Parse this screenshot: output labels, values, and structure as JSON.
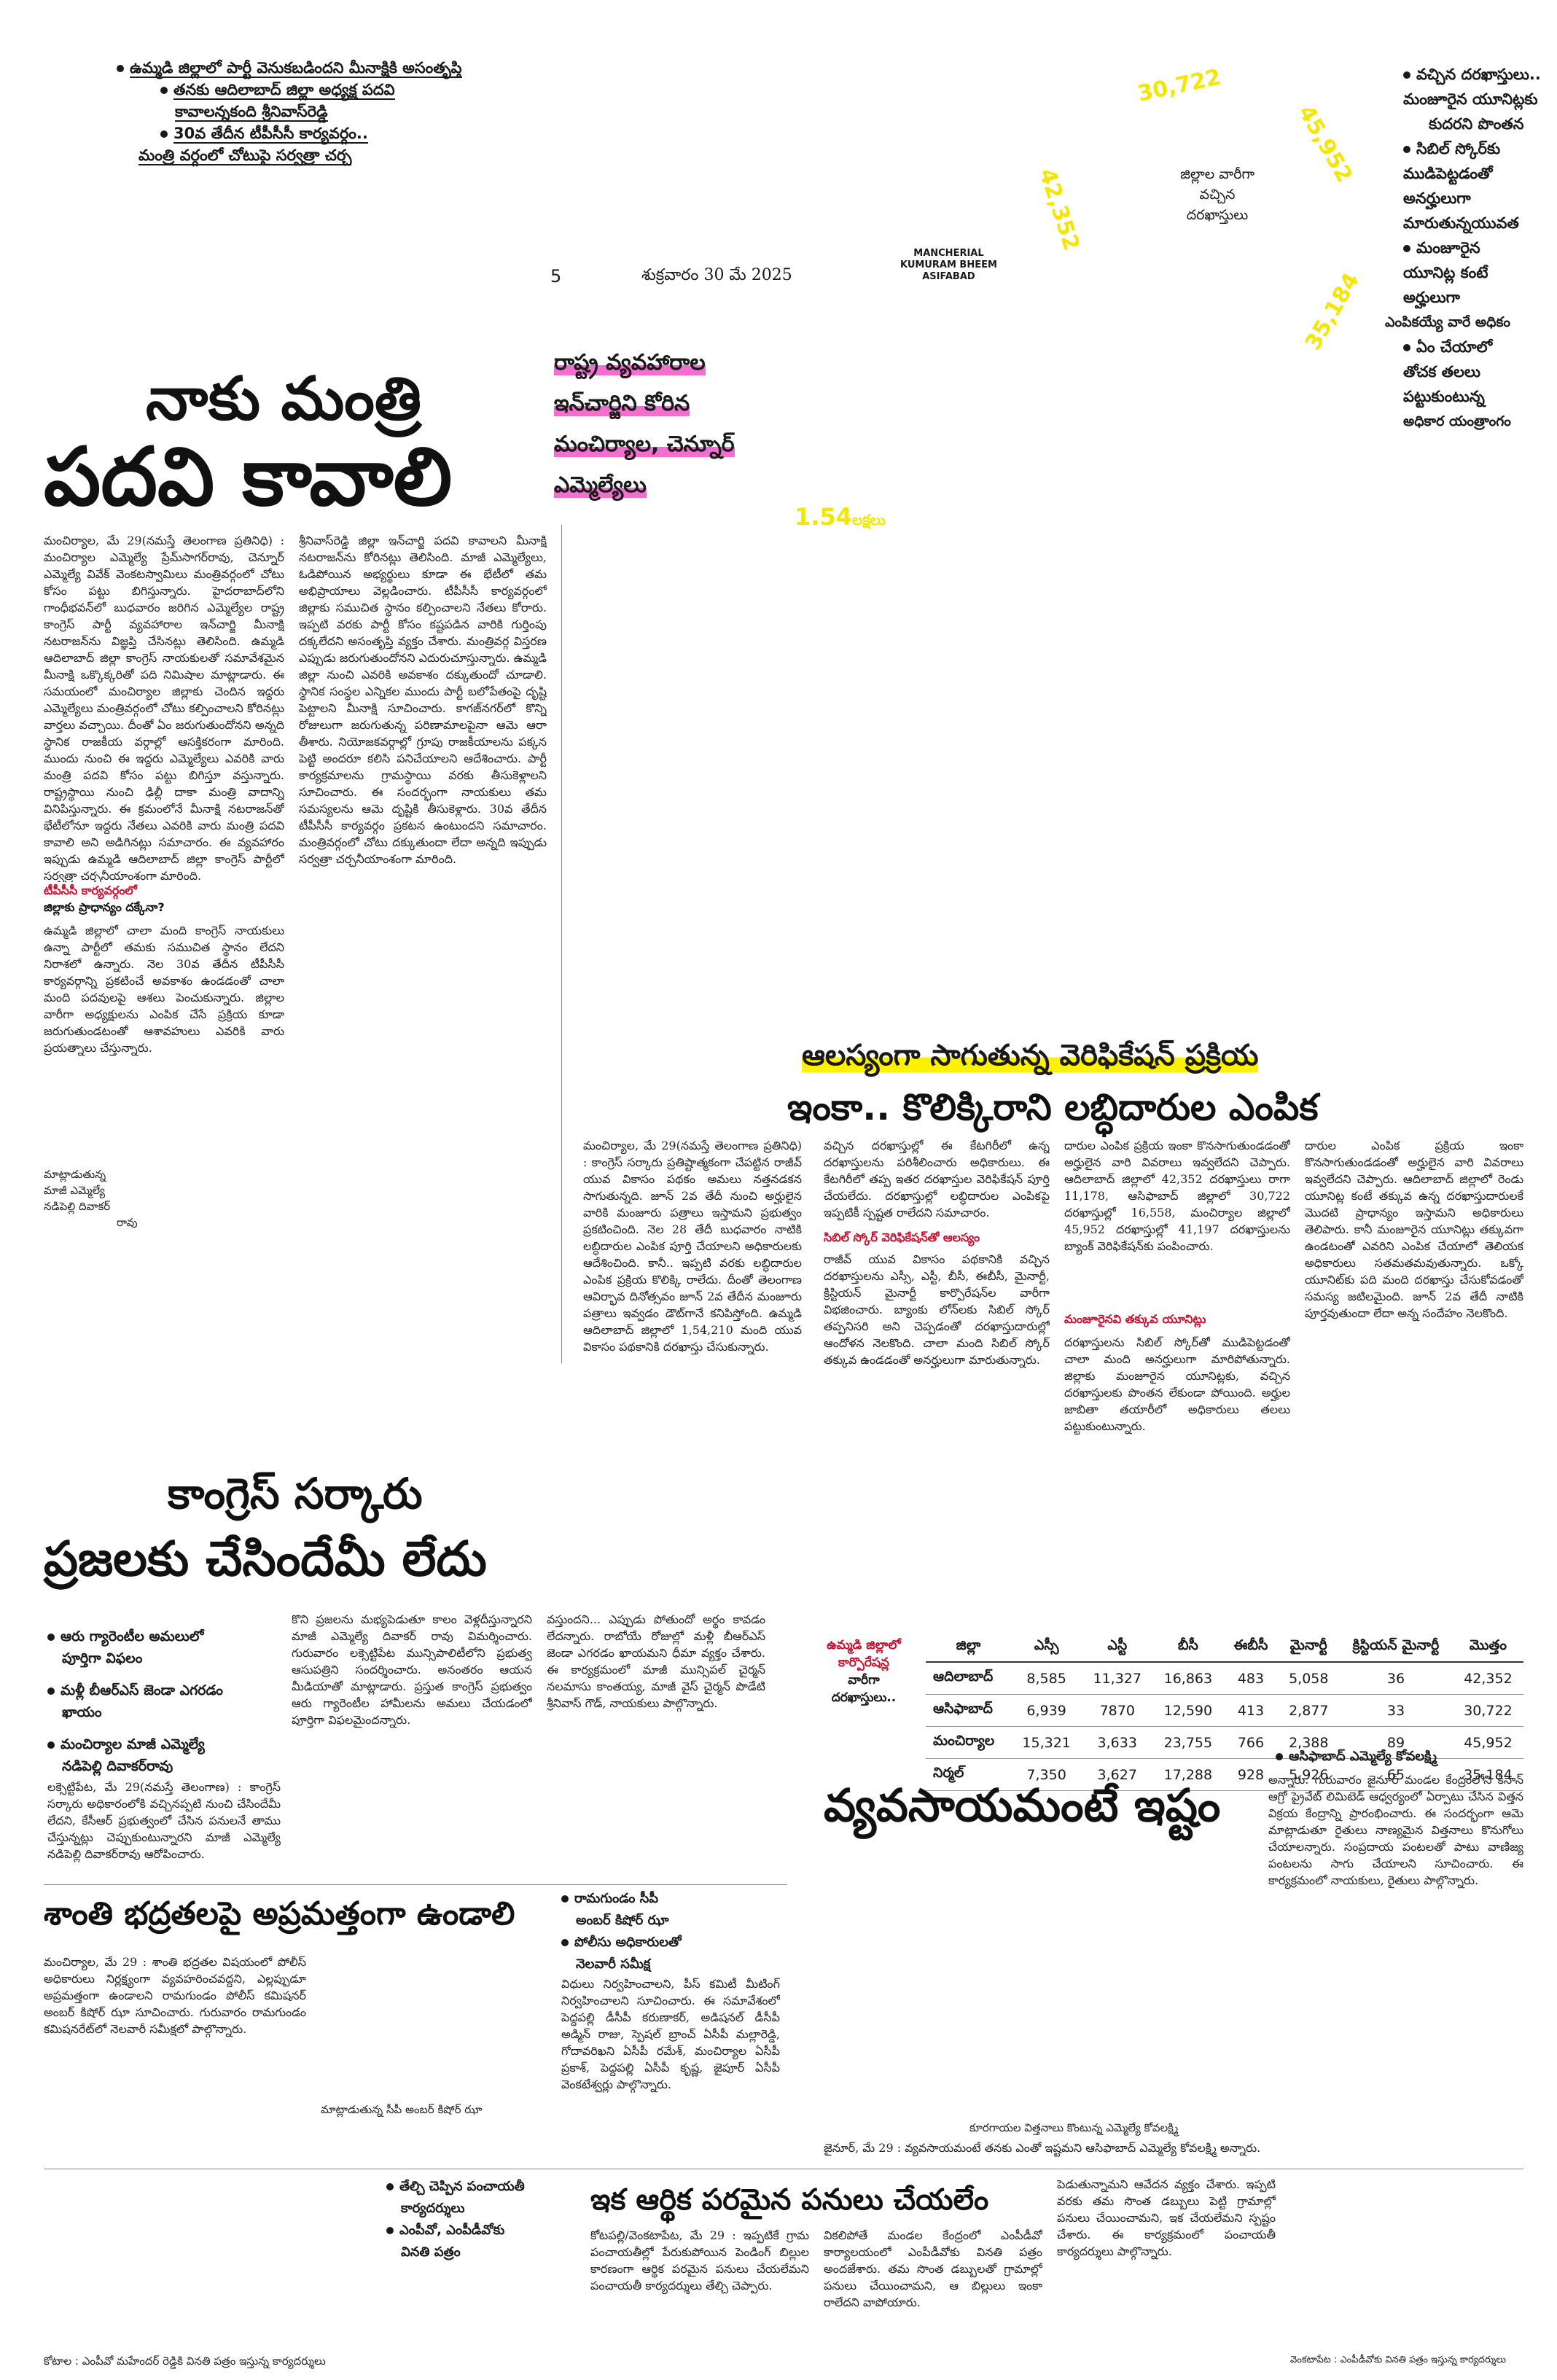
{
  "masthead": {
    "page_number": "5",
    "date": "శుక్రవారం 30 మే 2025",
    "edition_line1": "MANCHERIAL",
    "edition_line2": "KUMURAM BHEEM",
    "edition_line3": "ASIFABAD"
  },
  "top_left_bullets": [
    "ఉమ్మడి జిల్లాలో పార్టీ వెనుకబడిందని మీనాక్షికి అసంతృప్తి",
    "తనకు ఆదిలాబాద్ జిల్లా అధ్యక్ష పదవి",
    "కావాలన్నకంది శ్రీనివాస్‌రెడ్డి",
    "30వ తేదీన టీపీసీసీ కార్యవర్గం..",
    "మంత్రి వర్గంలో చోటుపై సర్వత్రా చర్చ"
  ],
  "top_right_bullets": [
    "వచ్చిన దరఖాస్తులు..",
    "మంజూరైన యూనిట్లకు",
    "కుదరని పొంతన",
    "సిబిల్ స్కోర్‌కు",
    "ముడిపెట్టడంతో",
    "అనర్హులుగా",
    "మారుతున్నయువత",
    "మంజూరైన",
    "యూనిట్ల కంటే",
    "అర్హులుగా",
    "ఎంపికయ్యే వారే అధికం",
    "ఏం చేయాలో",
    "తోచక తలలు",
    "పట్టుకుంటున్న",
    "అధికార యంత్రాంగం"
  ],
  "infographic": {
    "center_label1": "జిల్లాల వారీగా",
    "center_label2": "వచ్చిన",
    "center_label3": "దరఖాస్తులు",
    "n1": "30,722",
    "n2": "42,352",
    "n3": "45,952",
    "n4": "35,184",
    "total": "1.54",
    "total_unit": "లక్షలు"
  },
  "story1": {
    "headline_line1": "నాకు మంత్రి",
    "headline_line2": "పదవి కావాలి",
    "deck_line1": "రాష్ట్ర వ్యవహారాల",
    "deck_line2": "ఇన్‌చార్జిని కోరిన",
    "deck_line3": "మంచిర్యాల, చెన్నూర్",
    "deck_line4": "ఎమ్మెల్యేలు",
    "col1": "మంచిర్యాల, మే 29(నమస్తే తెలంగాణ ప్రతినిధి) : మంచిర్యాల ఎమ్మెల్యే ప్రేమ్‌సాగర్‌రావు, చెన్నూర్ ఎమ్మెల్యే వివేక్ వెంకటస్వామిలు మంత్రివర్గంలో చోటు కోసం పట్టు బిగిస్తున్నారు. హైదరాబాద్‌లోని గాంధీభవన్‌లో బుధవారం జరిగిన ఎమ్మెల్యేల రాష్ట్ర కాంగ్రెస్ పార్టీ వ్యవహారాల ఇన్‌చార్జి మీనాక్షి నటరాజన్‌ను విజ్ఞప్తి చేసినట్లు తెలిసింది. ఉమ్మడి ఆదిలాబాద్ జిల్లా కాంగ్రెస్ నాయకులతో సమావేశమైన మీనాక్షి ఒక్కొక్కరితో పది నిమిషాల మాట్లాడారు. ఈ సమయంలో మంచిర్యాల జిల్లాకు చెందిన ఇద్దరు ఎమ్మెల్యేలు మంత్రివర్గంలో చోటు కల్పించాలని కోరినట్లు వార్తలు వచ్చాయి. దీంతో ఏం జరుగుతుందోనని అన్నది స్థానిక రాజకీయ వర్గాల్లో ఆసక్తికరంగా మారింది. ముందు నుంచి ఈ ఇద్దరు ఎమ్మెల్యేలు ఎవరికి వారు మంత్రి పదవి కోసం పట్టు బిగిస్తూ వస్తున్నారు. రాష్ట్రస్థాయి నుంచి ఢిల్లీ దాకా మంత్రి వాదాన్ని వినిపిస్తున్నారు. ఈ క్రమంలోనే మీనాక్షి నటరాజన్‌తో భేటీలోనూ ఇద్దరు నేతలు ఎవరికి వారు మంత్రి పదవి కావాలి అని అడిగినట్లు సమాచారం. ఈ వ్యవహారం ఇప్పుడు ఉమ్మడి ఆదిలాబాద్ జిల్లా కాంగ్రెస్ పార్టీలో సర్వత్రా చర్చనీయాంశంగా మారింది.",
    "col1_subhead1": "టీపీసీసీ కార్యవర్గంలో",
    "col1_subhead2": "జిల్లాకు ప్రాధాన్యం దక్కేనా?",
    "col1b": "ఉమ్మడి జిల్లాలో చాలా మంది కాంగ్రెస్ నాయకులు ఉన్నా పార్టీలో తమకు సముచిత స్థానం లేదని నిరాశలో ఉన్నారు. నెల 30వ తేదీన టీపీసీసీ కార్యవర్గాన్ని ప్రకటించే అవకాశం ఉండడంతో చాలా మంది పదవులపై ఆశలు పెంచుకున్నారు. జిల్లాల వారీగా అధ్యక్షులను ఎంపిక చేసే ప్రక్రియ కూడా జరుగుతుండటంతో ఆశావహులు ఎవరికి వారు ప్రయత్నాలు చేస్తున్నారు.",
    "col2": "శ్రీనివాస్‌రెడ్డి జిల్లా ఇన్‌చార్జి పదవి కావాలని మీనాక్షి నటరాజన్‌ను కోరినట్లు తెలిసింది. మాజీ ఎమ్మెల్యేలు, ఓడిపోయిన అభ్యర్థులు కూడా ఈ భేటీలో తమ అభిప్రాయాలు వెల్లడించారు. టీపీసీసీ కార్యవర్గంలో జిల్లాకు సముచిత స్థానం కల్పించాలని నేతలు కోరారు. ఇప్పటి వరకు పార్టీ కోసం కష్టపడిన వారికి గుర్తింపు దక్కలేదని అసంతృప్తి వ్యక్తం చేశారు. మంత్రివర్గ విస్తరణ ఎప్పుడు జరుగుతుందోనని ఎదురుచూస్తున్నారు. ఉమ్మడి జిల్లా నుంచి ఎవరికి అవకాశం దక్కుతుందో చూడాలి. స్థానిక సంస్థల ఎన్నికల ముందు పార్టీ బలోపేతంపై దృష్టి పెట్టాలని మీనాక్షి సూచించారు. కాగజ్‌నగర్‌లో కొన్ని రోజులుగా జరుగుతున్న పరిణామాలపైనా ఆమె ఆరా తీశారు. నియోజకవర్గాల్లో గ్రూపు రాజకీయాలను పక్కన పెట్టి అందరూ కలిసి పనిచేయాలని ఆదేశించారు. పార్టీ కార్యక్రమాలను గ్రామస్థాయి వరకు తీసుకెళ్లాలని సూచించారు. ఈ సందర్భంగా నాయకులు తమ సమస్యలను ఆమె దృష్టికి తీసుకెళ్లారు. 30వ తేదీన టీపీసీసీ కార్యవర్గం ప్రకటన ఉంటుందని సమాచారం. మంత్రివర్గంలో చోటు దక్కుతుందా లేదా అన్నది ఇప్పుడు సర్వత్రా చర్చనీయాంశంగా మారింది.",
    "photo_caption1": "మాట్లాడుతున్న",
    "photo_caption2": "మాజీ ఎమ్మెల్యే",
    "photo_caption3": "నడిపెల్లి దివాకర్",
    "photo_caption4": "రావు"
  },
  "story2": {
    "kicker": "ఆలస్యంగా సాగుతున్న వెరిఫికేషన్ ప్రక్రియ",
    "headline": "ఇంకా.. కొలిక్కిరాని లబ్ధిదారుల ఎంపిక",
    "col1": "మంచిర్యాల, మే 29(నమస్తే తెలంగాణ ప్రతినిధి) : కాంగ్రెస్ సర్కారు ప్రతిష్టాత్మకంగా చేపట్టిన రాజీవ్ యువ వికాసం పథకం అమలు నత్తనడకన సాగుతున్నది. జూన్ 2వ తేదీ నుంచి అర్హులైన వారికి మంజూరు పత్రాలు ఇస్తామని ప్రభుత్వం ప్రకటించింది. నెల 28 తేదీ బుధవారం నాటికి లబ్ధిదారుల ఎంపిక పూర్తి చేయాలని అధికారులకు ఆదేశించింది. కానీ.. ఇప్పటి వరకు లబ్ధిదారుల ఎంపిక ప్రక్రియ కొలిక్కి రాలేదు. దీంతో తెలంగాణ ఆవిర్భావ దినోత్సవం జూన్ 2వ తేదీన మంజూరు పత్రాలు ఇవ్వడం డౌట్‌గానే కనిపిస్తోంది. ఉమ్మడి ఆదిలాబాద్ జిల్లాలో 1,54,210 మంది యువ వికాసం పథకానికి దరఖాస్తు చేసుకున్నారు.",
    "col2": "వచ్చిన దరఖాస్తుల్లో ఈ కేటగిరీలో ఉన్న దరఖాస్తులను పరిశీలించారు అధికారులు. ఈ కేటగిరీలో తప్ప ఇతర దరఖాస్తుల వెరిఫికేషన్ పూర్తి చేయలేదు. దరఖాస్తుల్లో లబ్ధిదారుల ఎంపికపై ఇప్పటికీ స్పష్టత రాలేదని సమాచారం.",
    "col2_subhead": "సిబిల్ స్కోర్ వెరిఫికేషన్‌తో ఆలస్యం",
    "col2b": "రాజీవ్ యువ వికాసం పథకానికి వచ్చిన దరఖాస్తులను ఎస్సీ, ఎస్టీ, బీసీ, ఈబీసీ, మైనార్టీ, క్రిస్టియన్ మైనార్టీ కార్పొరేషన్‌ల వారీగా విభజించారు. బ్యాంకు లోన్‌లకు సిబిల్ స్కోర్ తప్పనిసరి అని చెప్పడంతో దరఖాస్తుదారుల్లో ఆందోళన నెలకొంది. చాలా మంది సిబిల్ స్కోర్ తక్కువ ఉండడంతో అనర్హులుగా మారుతున్నారు.",
    "col3": "దారుల ఎంపిక ప్రక్రియ ఇంకా కొనసాగుతుండడంతో అర్హులైన వారి వివరాలు ఇవ్వలేదని చెప్పారు. ఆదిలాబాద్ జిల్లాలో 42,352 దరఖాస్తులు రాగా 11,178, ఆసిఫాబాద్ జిల్లాలో 30,722 దరఖాస్తుల్లో 16,558, మంచిర్యాల జిల్లాలో 45,952 దరఖాస్తుల్లో 41,197 దరఖాస్తులను బ్యాంక్ వెరిఫికేషన్‌కు పంపించారు.",
    "col3_subhead": "మంజూరైనవి తక్కువ యూనిట్లు",
    "col3b": "దరఖాస్తులను సిబిల్ స్కోర్‌తో ముడిపెట్టడంతో చాలా మంది అనర్హులుగా మారిపోతున్నారు. జిల్లాకు మంజూరైన యూనిట్లకు, వచ్చిన దరఖాస్తులకు పొంతన లేకుండా పోయింది. అర్హుల జాబితా తయారీలో అధికారులు తలలు పట్టుకుంటున్నారు.",
    "col4": "దారుల ఎంపిక ప్రక్రియ ఇంకా కొనసాగుతుండడంతో అర్హులైన వారి వివరాలు ఇవ్వలేదని చెప్పారు. ఆదిలాబాద్ జిల్లాలో రెండు యూనిట్ల కంటే తక్కువ ఉన్న దరఖాస్తుదారులకే మొదటి ప్రాధాన్యం ఇస్తామని అధికారులు తెలిపారు. కానీ మంజూరైన యూనిట్లు తక్కువగా ఉండటంతో ఎవరిని ఎంపిక చేయాలో తెలియక అధికారులు సతమతమవుతున్నారు. ఒక్కో యూనిట్‌కు పది మంది దరఖాస్తు చేసుకోవడంతో సమస్య జటిలమైంది. జూన్ 2వ తేదీ నాటికి పూర్తవుతుందా లేదా అన్న సందేహం నెలకొంది.",
    "chart_label1": "ఉమ్మడి జిల్లాలో",
    "chart_label2": "కార్పొరేషన్ల",
    "chart_label3": "వారీగా",
    "chart_label4": "దరఖాస్తులు.."
  },
  "table": {
    "headers": [
      "జిల్లా",
      "ఎస్సీ",
      "ఎస్టీ",
      "బీసీ",
      "ఈబీసీ",
      "మైనార్టీ",
      "క్రిస్టియన్ మైనార్టీ",
      "మొత్తం"
    ],
    "rows": [
      [
        "ఆదిలాబాద్",
        "8,585",
        "11,327",
        "16,863",
        "483",
        "5,058",
        "36",
        "42,352"
      ],
      [
        "ఆసిఫాబాద్",
        "6,939",
        "7870",
        "12,590",
        "413",
        "2,877",
        "33",
        "30,722"
      ],
      [
        "మంచిర్యాల",
        "15,321",
        "3,633",
        "23,755",
        "766",
        "2,388",
        "89",
        "45,952"
      ],
      [
        "నిర్మల్",
        "7,350",
        "3,627",
        "17,288",
        "928",
        "5,926",
        "65",
        "35,184"
      ]
    ]
  },
  "story3": {
    "headline_line1": "కాంగ్రెస్ సర్కారు",
    "headline_line2": "ప్రజలకు చేసిందేమీ లేదు",
    "bullets": [
      "ఆరు గ్యారెంటీల అమలులో",
      "పూర్తిగా విఫలం",
      "మళ్లీ బీఆర్ఎస్ జెండా ఎగరడం",
      "ఖాయం",
      "మంచిర్యాల మాజీ ఎమ్మెల్యే",
      "నడిపెల్లి దివాకర్‌రావు"
    ],
    "col1": "లక్సెట్టిపేట, మే 29(నమస్తే తెలంగాణ) : కాంగ్రెస్ సర్కారు అధికారంలోకి వచ్చినప్పటి నుంచి చేసిందేమీ లేదని, కేసీఆర్ ప్రభుత్వంలో చేసిన పనులనే తాము చేస్తున్నట్లు చెప్పుకుంటున్నారని మాజీ ఎమ్మెల్యే నడిపెల్లి దివాకర్‌రావు ఆరోపించారు.",
    "col2": "కొని ప్రజలను మభ్యపెడుతూ కాలం వెళ్లదీస్తున్నారని మాజీ ఎమ్మెల్యే దివాకర్ రావు విమర్శించారు. గురువారం లక్సెట్టిపేట మున్సిపాలిటీలోని ప్రభుత్వ ఆసుపత్రిని సందర్శించారు. అనంతరం ఆయన మీడియాతో మాట్లాడారు. ప్రస్తుత కాంగ్రెస్ ప్రభుత్వం ఆరు గ్యారెంటీల హామీలను అమలు చేయడంలో పూర్తిగా విఫలమైందన్నారు.",
    "col3": "వస్తుందని... ఎప్పుడు పోతుందో అర్థం కావడం లేదన్నారు. రాబోయే రోజుల్లో మళ్లీ బీఆర్ఎస్ జెండా ఎగరడం ఖాయమని ధీమా వ్యక్తం చేశారు. ఈ కార్యక్రమంలో మాజీ మున్సిపల్ చైర్మన్ నలమాసు కాంతయ్య, మాజీ వైస్ చైర్మన్ పొడేటి శ్రీనివాస్ గౌడ్, నాయకులు పాల్గొన్నారు."
  },
  "story4": {
    "headline": "శాంతి భద్రతలపై అప్రమత్తంగా ఉండాలి",
    "bullets": [
      "రామగుండం సీపీ",
      "అంబర్ కిషోర్ ఝా",
      "పోలీసు అధికారులతో",
      "నెలవారీ సమీక్ష"
    ],
    "col1": "మంచిర్యాల, మే 29 : శాంతి భద్రతల విషయంలో పోలీస్ అధికారులు నిర్లక్ష్యంగా వ్యవహరించవద్దని, ఎల్లప్పుడూ అప్రమత్తంగా ఉండాలని రామగుండం పోలీస్ కమిషనర్ అంబర్ కిషోర్ ఝా సూచించారు. గురువారం రామగుండం కమిషనరేట్‌లో నెలవారీ సమీక్షలో పాల్గొన్నారు.",
    "col2": "విధులు నిర్వహించాలని, పీస్ కమిటీ మీటింగ్ నిర్వహించాలని సూచించారు. ఈ సమావేశంలో పెద్దపల్లి డీసీపీ కరుణాకర్, అడిషనల్ డీసీపీ అడ్మిన్ రాజు, స్పెషల్ బ్రాంచ్ ఏసీపీ మల్లారెడ్డి, గోదావరిఖని ఏసీపీ రమేశ్, మంచిర్యాల ఏసీపీ ప్రకాశ్, పెద్దపల్లి ఏసీపీ కృష్ణ, జైపూర్ ఏసీపీ వెంకటేశ్వర్లు పాల్గొన్నారు.",
    "photo_caption": "మాట్లాడుతున్న సీపీ అంబర్ కిషోర్ ఝా"
  },
  "story5": {
    "headline": "వ్యవసాయమంటే ఇష్టం",
    "byline": "ఆసిఫాబాద్ ఎమ్మెల్యే కోవలక్ష్మి",
    "col1": "జైనూర్, మే 29 : వ్యవసాయమంటే తనకు ఎంతో ఇష్టమని ఆసిఫాబాద్ ఎమ్మెల్యే కోవలక్ష్మి అన్నారు.",
    "col2": "అన్నారు. గురువారం జైనూర్ మండల కేంద్రంలోని కిసాన్ ఆగ్రో ప్రైవేట్ లిమిటెడ్ ఆధ్వర్యంలో ఏర్పాటు చేసిన విత్తన విక్రయ కేంద్రాన్ని ప్రారంభించారు. ఈ సందర్భంగా ఆమె మాట్లాడుతూ రైతులు నాణ్యమైన విత్తనాలు కొనుగోలు చేయాలన్నారు. సంప్రదాయ పంటలతో పాటు వాణిజ్య పంటలను సాగు చేయాలని సూచించారు. ఈ కార్యక్రమంలో నాయకులు, రైతులు పాల్గొన్నారు.",
    "photo_caption": "కూరగాయల విత్తనాలు కొంటున్న ఎమ్మెల్యే కోవలక్ష్మి"
  },
  "story6": {
    "bullets": [
      "తేల్చి చెప్పిన పంచాయతీ",
      "కార్యదర్శులు",
      "ఎంపీవో, ఎంపీడీవోకు",
      "వినతి పత్రం"
    ],
    "headline": "ఇక ఆర్థిక పరమైన పనులు చేయలేం",
    "col1": "కోటపల్లి/వెంకటాపేట, మే 29 : ఇప్పటికే గ్రామ పంచాయతీల్లో పేరుకుపోయిన పెండింగ్ బిల్లుల కారణంగా ఆర్థిక పరమైన పనులు చేయలేమని పంచాయతీ కార్యదర్శులు తేల్చి చెప్పారు.",
    "col2": "వికలిపోతే మండల కేంద్రంలో ఎంపీడీవో కార్యాలయంలో ఎంపీడీవోకు వినతి పత్రం అందజేశారు. తమ సొంత డబ్బులతో గ్రామాల్లో పనులు చేయించామని, ఆ బిల్లులు ఇంకా రాలేదని వాపోయారు.",
    "col3": "పెడుతున్నామని ఆవేదన వ్యక్తం చేశారు. ఇప్పటి వరకు తమ సొంత డబ్బులు పెట్టి గ్రామాల్లో పనులు చేయించామని, ఇక చేయలేమని స్పష్టం చేశారు. ఈ కార్యక్రమంలో పంచాయతీ కార్యదర్శులు పాల్గొన్నారు.",
    "photo_caption_left": "కోటాల : ఎంపీవో మహేందర్ రెడ్డికి వినతి పత్రం ఇస్తున్న కార్యదర్శులు",
    "photo_caption_right": "వెంకటాపేట : ఎంపీడీవోకు వినతి పత్రం ఇస్తున్న కార్యదర్శులు"
  }
}
